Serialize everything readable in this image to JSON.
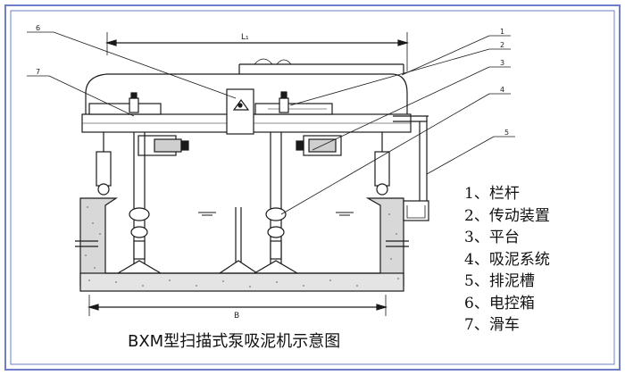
{
  "dimensions": {
    "span": "L₁",
    "base": "B"
  },
  "callout_numbers": [
    "1",
    "2",
    "3",
    "4",
    "5",
    "6",
    "7"
  ],
  "legend": [
    "1、栏杆",
    "2、传动装置",
    "3、平台",
    "4、吸泥系统",
    "5、排泥槽",
    "6、电控箱",
    "7、滑车"
  ],
  "caption": "BXM型扫描式泵吸泥机示意图",
  "colors": {
    "line": "#1a1a1a",
    "border": "#6b7ec7",
    "concrete": "#777777"
  }
}
